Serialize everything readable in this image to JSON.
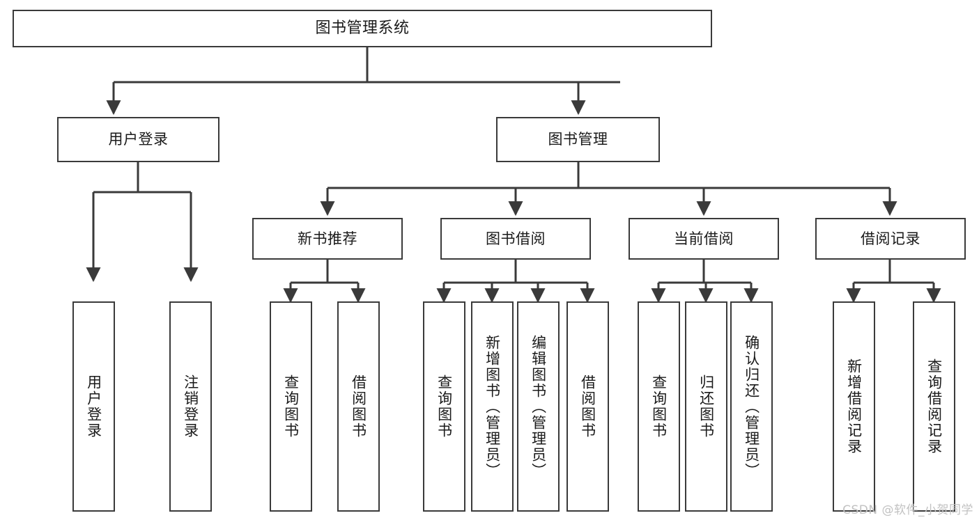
{
  "diagram": {
    "title": "图书管理系统",
    "watermark": "CSDN @软件_小贺同学",
    "line_color": "#3a3a3a",
    "box_fill": "#ffffff",
    "text_color": "#1a1a1a",
    "watermark_color": "#c2c2c2"
  },
  "nodes": {
    "root": {
      "label": "图书管理系统"
    },
    "level1": [
      {
        "label": "用户登录"
      },
      {
        "label": "图书管理"
      }
    ],
    "level2": [
      {
        "label": "新书推荐"
      },
      {
        "label": "图书借阅"
      },
      {
        "label": "当前借阅"
      },
      {
        "label": "借阅记录"
      }
    ],
    "leaves_user_login": [
      {
        "label": "用户登录"
      },
      {
        "label": "注销登录"
      }
    ],
    "leaves_new_books": [
      {
        "label": "查询图书"
      },
      {
        "label": "借阅图书"
      }
    ],
    "leaves_book_borrow": [
      {
        "label": "查询图书"
      },
      {
        "label": "新增图书（管理员）"
      },
      {
        "label": "编辑图书（管理员）"
      },
      {
        "label": "借阅图书"
      }
    ],
    "leaves_current_borrow": [
      {
        "label": "查询图书"
      },
      {
        "label": "归还图书"
      },
      {
        "label": "确认归还（管理员）"
      }
    ],
    "leaves_borrow_records": [
      {
        "label": "新增借阅记录"
      },
      {
        "label": "查询借阅记录"
      }
    ]
  }
}
